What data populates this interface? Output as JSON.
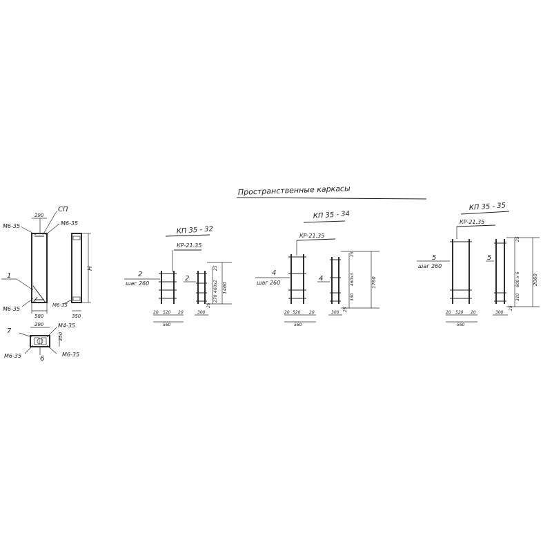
{
  "title": "Пространственные        каркасы",
  "left_view": {
    "labels": {
      "m1": "М6-35",
      "d290": "290",
      "sp": "СП",
      "m2": "М6-35",
      "one": "1",
      "m3": "М6-35",
      "h": "Н",
      "m4": "М6-35",
      "d580": "580",
      "d350": "350"
    }
  },
  "section_view": {
    "labels": {
      "seven": "7",
      "d290": "290",
      "m7": "М4-35",
      "d350": "350",
      "m8": "М6-35",
      "m9": "М6-35",
      "six": "6"
    }
  },
  "frames": [
    {
      "id": "frame-kp35-32",
      "name": "КП 35 - 32",
      "sub": "КР-21.35",
      "pos": "2",
      "pos2": "2",
      "step": "шаг 260",
      "height_total": "1460",
      "dim_mid": "460x2",
      "dim_top": "25",
      "dim_bot1": "270",
      "dim_bot2": "25",
      "w20a": "20",
      "w520": "520",
      "w20b": "20",
      "w560": "560",
      "w300": "300"
    },
    {
      "id": "frame-kp35-34",
      "name": "КП 35 - 34",
      "sub": "КР-21.35",
      "pos": "4",
      "pos2": "4",
      "step": "шаг 260",
      "height_total": "1760",
      "dim_mid": "460x3",
      "dim_top": "25",
      "dim_bot1": "330",
      "dim_bot2": "25",
      "w20a": "20",
      "w520": "520",
      "w20b": "20",
      "w560": "560",
      "w300": "300"
    },
    {
      "id": "frame-kp35-35",
      "name": "КП 35 - 35",
      "sub": "КР-21.35",
      "pos": "5",
      "pos2": "5",
      "step": "шаг 260",
      "height_total": "2060",
      "dim_mid": "600 x 6",
      "dim_top": "25",
      "dim_bot1": "310",
      "dim_bot2": "25",
      "w20a": "20",
      "w520": "520",
      "w20b": "20",
      "w560": "560",
      "w300": "300"
    }
  ]
}
